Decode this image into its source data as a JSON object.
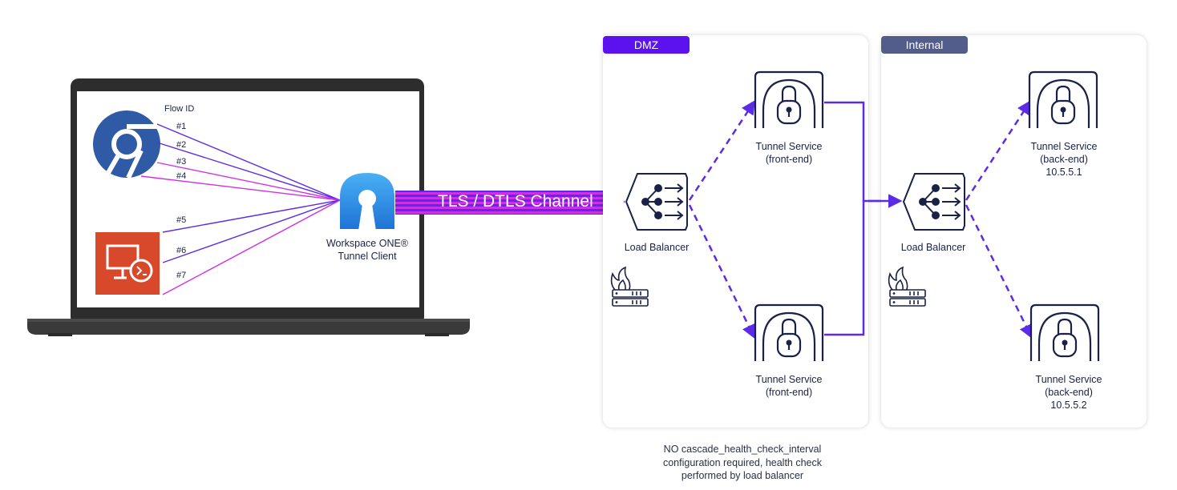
{
  "laptop": {
    "flow_header": "Flow ID",
    "flows": [
      "#1",
      "#2",
      "#3",
      "#4",
      "#5",
      "#6",
      "#7"
    ]
  },
  "tunnel_client": {
    "line1": "Workspace ONE®",
    "line2": "Tunnel Client"
  },
  "channel": {
    "label": "TLS / DTLS Channel"
  },
  "dmz": {
    "tag": "DMZ",
    "load_balancer": "Load Balancer",
    "services": [
      {
        "name": "Tunnel Service",
        "role": "(front-end)"
      },
      {
        "name": "Tunnel Service",
        "role": "(front-end)"
      }
    ]
  },
  "internal": {
    "tag": "Internal",
    "load_balancer": "Load Balancer",
    "services": [
      {
        "name": "Tunnel Service",
        "role": "(back-end)",
        "ip": "10.5.5.1"
      },
      {
        "name": "Tunnel Service",
        "role": "(back-end)",
        "ip": "10.5.5.2"
      }
    ]
  },
  "note": {
    "line1": "NO cascade_health_check_interval",
    "line2": "configuration required, health check",
    "line3": "performed by load balancer"
  },
  "colors": {
    "purple": "#5b2be8",
    "magenta": "#d12fe6",
    "navy": "#1a2147",
    "dmz_tag": "#5b12ef",
    "internal_tag": "#525d8c",
    "rdp_orange": "#d8482a",
    "chrome_blue": "#2f5aa6",
    "client_blue": "#2b8ce6"
  },
  "icons": [
    "chrome-icon",
    "remote-desktop-icon",
    "tunnel-client-icon",
    "load-balancer-icon",
    "lock-gateway-icon",
    "firewall-icon"
  ]
}
